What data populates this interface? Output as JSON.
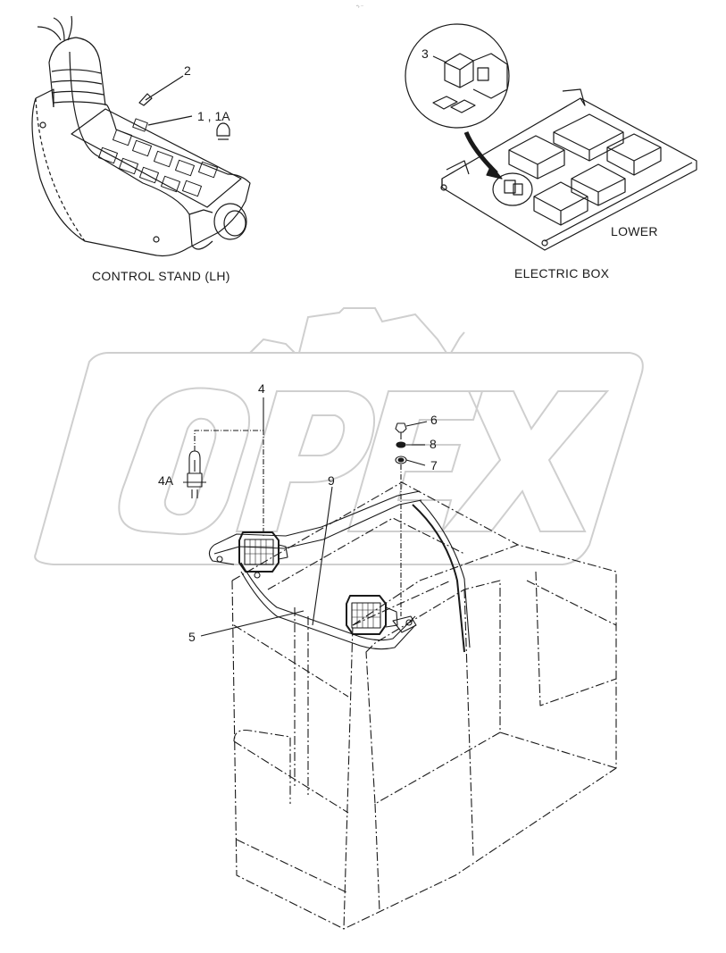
{
  "header_mark": "⁴₀ ···",
  "captions": {
    "control_stand": "CONTROL STAND (LH)",
    "electric_box": "ELECTRIC BOX",
    "lower": "LOWER"
  },
  "callouts": [
    {
      "id": "2",
      "text": "2"
    },
    {
      "id": "1-1a",
      "text": "1 , 1A"
    },
    {
      "id": "3",
      "text": "3"
    },
    {
      "id": "4",
      "text": "4"
    },
    {
      "id": "4a",
      "text": "4A"
    },
    {
      "id": "5",
      "text": "5"
    },
    {
      "id": "6",
      "text": "6"
    },
    {
      "id": "7",
      "text": "7"
    },
    {
      "id": "8",
      "text": "8"
    },
    {
      "id": "9",
      "text": "9"
    }
  ],
  "watermark": {
    "text": "OPEX",
    "color": "#d6d6d6"
  },
  "colors": {
    "line": "#1a1a1a",
    "watermark": "#cfcfcf"
  }
}
